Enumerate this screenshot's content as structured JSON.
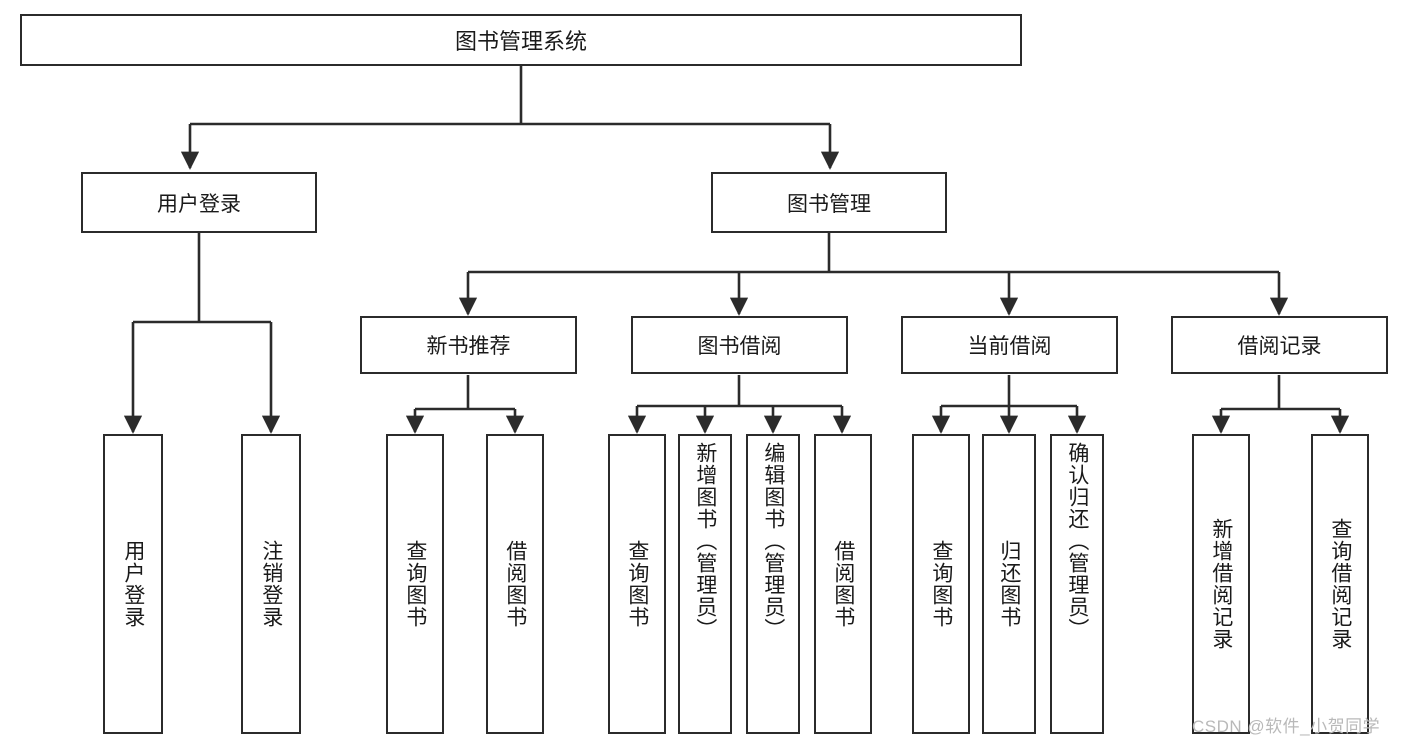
{
  "diagram": {
    "title_node": {
      "label": "图书管理系统"
    },
    "level2": [
      {
        "label": "用户登录"
      },
      {
        "label": "图书管理"
      }
    ],
    "level3": [
      {
        "label": "新书推荐"
      },
      {
        "label": "图书借阅"
      },
      {
        "label": "当前借阅"
      },
      {
        "label": "借阅记录"
      }
    ],
    "leaves": [
      {
        "label": "用户登录",
        "parent": "用户登录"
      },
      {
        "label": "注销登录",
        "parent": "用户登录"
      },
      {
        "label": "查询图书",
        "parent": "新书推荐"
      },
      {
        "label": "借阅图书",
        "parent": "新书推荐"
      },
      {
        "label": "查询图书",
        "parent": "图书借阅"
      },
      {
        "label": "新增图书（管理员）",
        "parent": "图书借阅"
      },
      {
        "label": "编辑图书（管理员）",
        "parent": "图书借阅"
      },
      {
        "label": "借阅图书",
        "parent": "图书借阅"
      },
      {
        "label": "查询图书",
        "parent": "当前借阅"
      },
      {
        "label": "归还图书",
        "parent": "当前借阅"
      },
      {
        "label": "确认归还（管理员）",
        "parent": "当前借阅"
      },
      {
        "label": "新增借阅记录",
        "parent": "借阅记录"
      },
      {
        "label": "查询借阅记录",
        "parent": "借阅记录"
      }
    ],
    "watermark": "CSDN @软件_小贺同学",
    "colors": {
      "stroke": "#2b2b2b",
      "fill": "#ffffff",
      "text": "#1a1a1a",
      "watermark": "#b9b9b9"
    }
  }
}
